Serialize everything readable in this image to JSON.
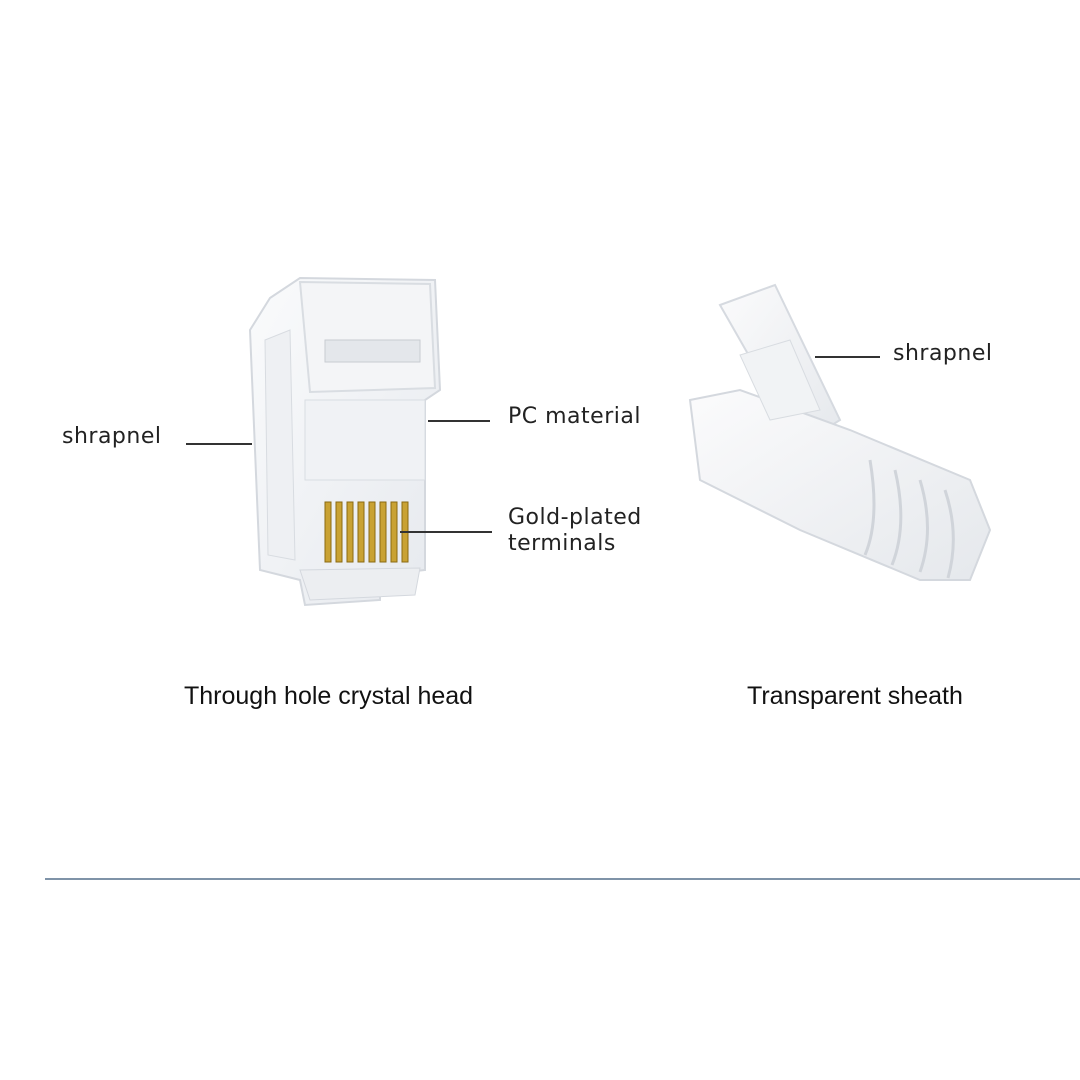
{
  "left_part": {
    "caption": "Through hole crystal head",
    "labels": {
      "shrapnel": "shrapnel",
      "pc_material": "PC material",
      "gold_terminals_line1": "Gold-plated",
      "gold_terminals_line2": "terminals"
    }
  },
  "right_part": {
    "caption": "Transparent sheath",
    "labels": {
      "shrapnel": "shrapnel"
    }
  },
  "colors": {
    "background": "#ffffff",
    "text": "#222222",
    "leader_line": "#333333",
    "divider": "#7f93a8",
    "gold": "#c9a233"
  }
}
